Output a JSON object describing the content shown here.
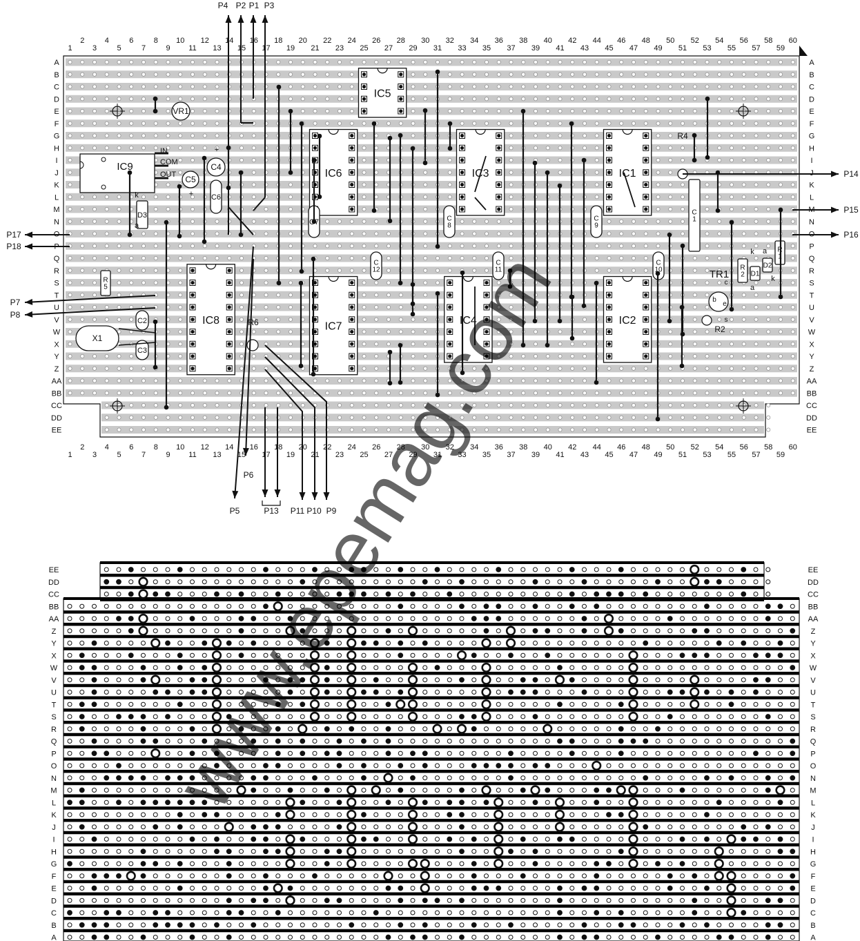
{
  "component_view": {
    "columns": [
      "1",
      "2",
      "3",
      "4",
      "5",
      "6",
      "7",
      "8",
      "9",
      "10",
      "11",
      "12",
      "13",
      "14",
      "15",
      "16",
      "17",
      "18",
      "19",
      "20",
      "21",
      "22",
      "23",
      "24",
      "25",
      "26",
      "27",
      "28",
      "29",
      "30",
      "31",
      "32",
      "33",
      "34",
      "35",
      "36",
      "37",
      "38",
      "39",
      "40",
      "41",
      "42",
      "43",
      "44",
      "45",
      "46",
      "47",
      "48",
      "49",
      "50",
      "51",
      "52",
      "53",
      "54",
      "55",
      "56",
      "57",
      "58",
      "59",
      "60"
    ],
    "rows": [
      "A",
      "B",
      "C",
      "D",
      "E",
      "F",
      "G",
      "H",
      "I",
      "J",
      "K",
      "L",
      "M",
      "N",
      "O",
      "P",
      "Q",
      "R",
      "S",
      "T",
      "U",
      "V",
      "W",
      "X",
      "Y",
      "Z",
      "AA",
      "BB",
      "CC",
      "DD",
      "EE"
    ],
    "components": [
      {
        "ref": "IC1",
        "label": "IC1"
      },
      {
        "ref": "IC2",
        "label": "IC2"
      },
      {
        "ref": "IC3",
        "label": "IC3"
      },
      {
        "ref": "IC4",
        "label": "IC4"
      },
      {
        "ref": "IC5",
        "label": "IC5"
      },
      {
        "ref": "IC6",
        "label": "IC6"
      },
      {
        "ref": "IC7",
        "label": "IC7"
      },
      {
        "ref": "IC8",
        "label": "IC8"
      },
      {
        "ref": "IC9",
        "label": "IC9"
      },
      {
        "ref": "VR1",
        "label": "VR1"
      },
      {
        "ref": "C4",
        "label": "C4"
      },
      {
        "ref": "C5",
        "label": "C5"
      },
      {
        "ref": "C6",
        "label": "C6"
      },
      {
        "ref": "C7",
        "label": "C7"
      },
      {
        "ref": "C8",
        "label": "C\n8"
      },
      {
        "ref": "C9",
        "label": "C\n9"
      },
      {
        "ref": "C10",
        "label": "C\n10"
      },
      {
        "ref": "C11",
        "label": "C\n11"
      },
      {
        "ref": "C12",
        "label": "C\n12"
      },
      {
        "ref": "C1",
        "label": "C\n1"
      },
      {
        "ref": "C2",
        "label": "C2"
      },
      {
        "ref": "C3",
        "label": "C3"
      },
      {
        "ref": "X1",
        "label": "X1"
      },
      {
        "ref": "D3",
        "label": "D3"
      },
      {
        "ref": "R5",
        "label": "R\n5"
      },
      {
        "ref": "R6",
        "label": "R6"
      },
      {
        "ref": "R4",
        "label": "R4"
      },
      {
        "ref": "R1",
        "label": "R\n1"
      },
      {
        "ref": "R2",
        "label": "R\n2"
      },
      {
        "ref": "D1",
        "label": "D1"
      },
      {
        "ref": "D2",
        "label": "D2"
      },
      {
        "ref": "TR1",
        "label": "TR1"
      },
      {
        "ref": "R2b",
        "label": "R2"
      }
    ],
    "ic9_pins": [
      "IN",
      "COM",
      "OUT"
    ],
    "pin_letters": {
      "k": "k",
      "a": "a",
      "b": "b",
      "c": "c",
      "e": "e",
      "s": "s",
      "plus": "+"
    },
    "connections": [
      "P1",
      "P2",
      "P3",
      "P4",
      "P5",
      "P6",
      "P7",
      "P8",
      "P9",
      "P10",
      "P11",
      "P13",
      "P14",
      "P15",
      "P16",
      "P17",
      "P18"
    ]
  },
  "track_view": {
    "rows": [
      "EE",
      "DD",
      "CC",
      "BB",
      "AA",
      "Z",
      "Y",
      "X",
      "W",
      "V",
      "U",
      "T",
      "S",
      "R",
      "Q",
      "P",
      "O",
      "N",
      "M",
      "L",
      "K",
      "J",
      "I",
      "H",
      "G",
      "F",
      "E",
      "D",
      "C",
      "B",
      "A"
    ]
  },
  "watermark": "www.epemag.com",
  "colors": {
    "ink": "#111111",
    "track": "#c9c9c9",
    "track_dark": "#000000",
    "board_bg": "#ffffff"
  }
}
